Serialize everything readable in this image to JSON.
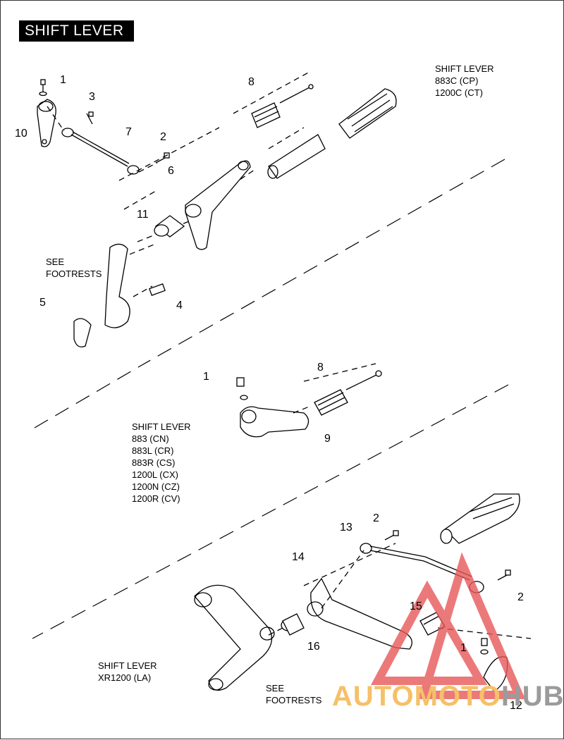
{
  "title": "SHIFT LEVER",
  "models": [
    {
      "heading": "SHIFT LEVER",
      "lines": [
        "883C (CP)",
        "1200C (CT)"
      ]
    },
    {
      "heading": "SHIFT LEVER",
      "lines": [
        "883 (CN)",
        "883L (CR)",
        "883R (CS)",
        "1200L (CX)",
        "1200N (CZ)",
        "1200R (CV)"
      ]
    },
    {
      "heading": "SHIFT LEVER",
      "lines": [
        "XR1200 (LA)"
      ]
    }
  ],
  "notes": {
    "see": "SEE",
    "footrests": "FOOTRESTS"
  },
  "callouts": {
    "c1a": "1",
    "c3": "3",
    "c10": "10",
    "c7": "7",
    "c2a": "2",
    "c8a": "8",
    "c6": "6",
    "c11": "11",
    "c5": "5",
    "c4": "4",
    "c1b": "1",
    "c8b": "8",
    "c9": "9",
    "c13": "13",
    "c2b": "2",
    "c14": "14",
    "c15": "15",
    "c2c": "2",
    "c16": "16",
    "c1c": "1",
    "c12": "12"
  },
  "watermark": {
    "part1": "AUTOMOTO",
    "part2": "HUB",
    "color1": "#f6c068",
    "color2": "#9b9b9b",
    "logo_color": "#e8585a"
  }
}
